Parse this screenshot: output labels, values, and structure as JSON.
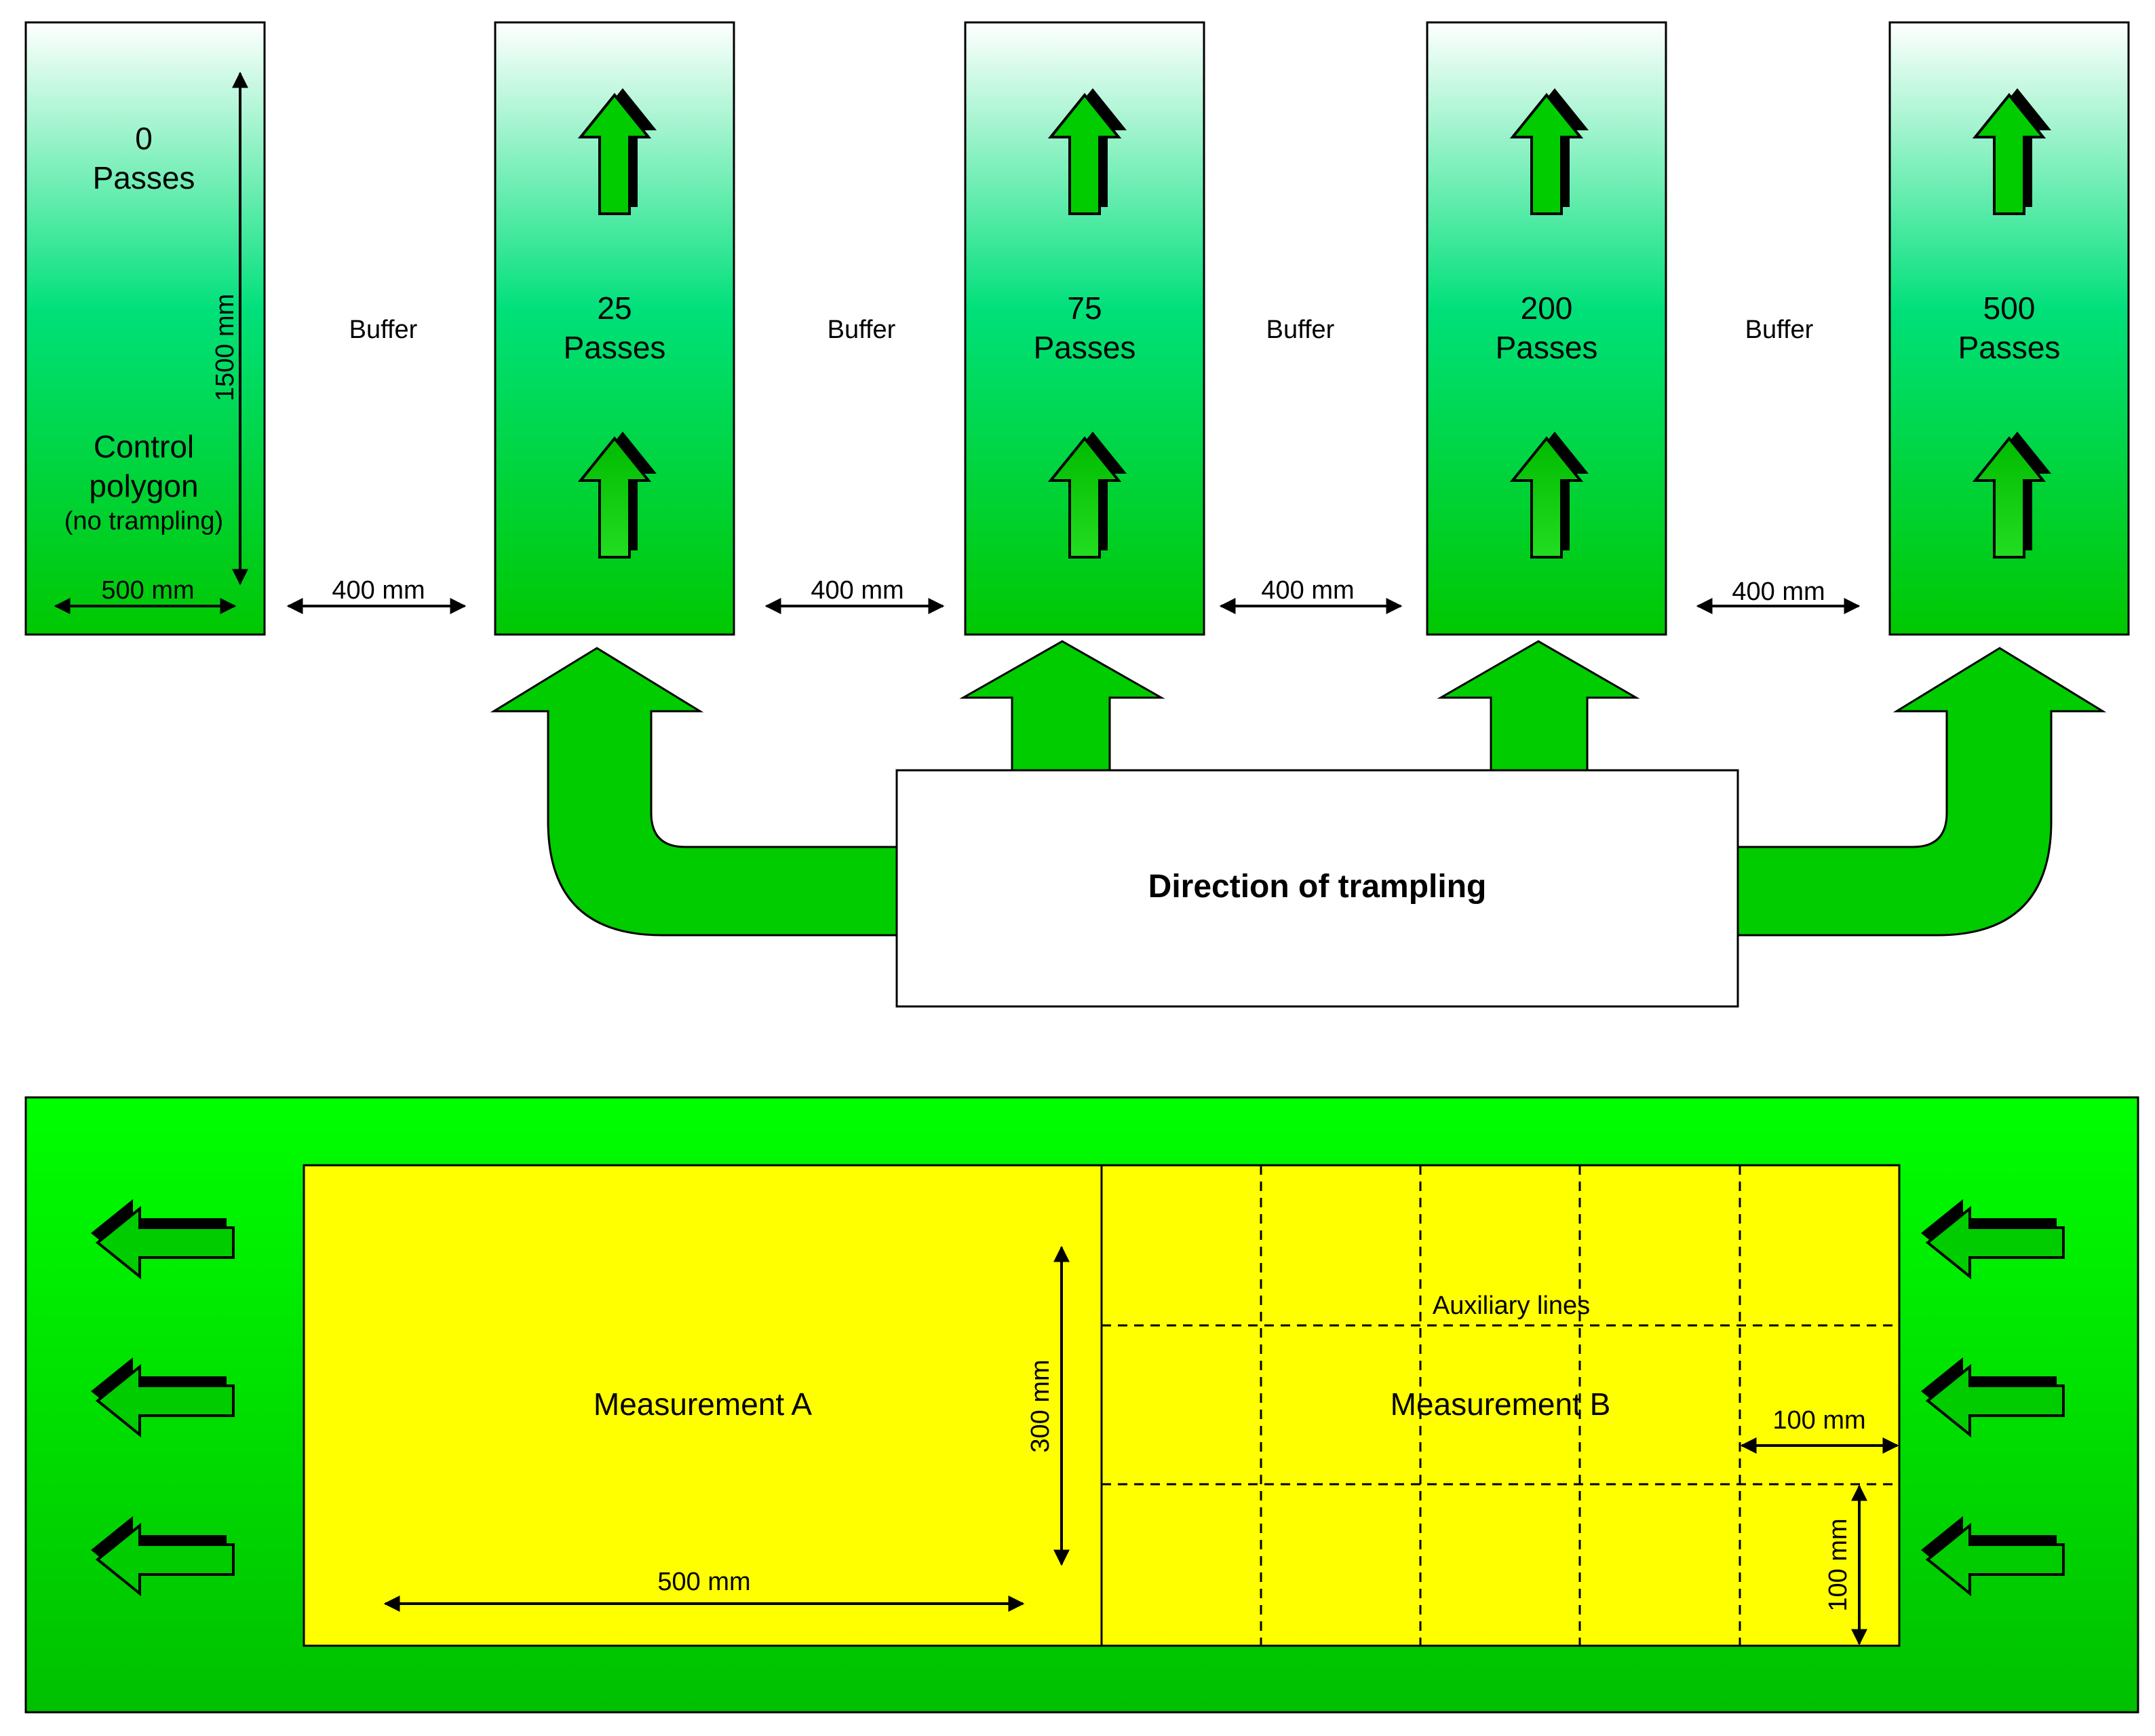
{
  "plots": [
    {
      "count": "0",
      "unit": "Passes",
      "control": true
    },
    {
      "count": "25",
      "unit": "Passes",
      "control": false
    },
    {
      "count": "75",
      "unit": "Passes",
      "control": false
    },
    {
      "count": "200",
      "unit": "Passes",
      "control": false
    },
    {
      "count": "500",
      "unit": "Passes",
      "control": false
    }
  ],
  "control_label": {
    "line1": "Control",
    "line2": "polygon",
    "line3": "(no trampling)"
  },
  "buffer_label": "Buffer",
  "dim_plot_width": "500 mm",
  "dim_plot_length": "1500 mm",
  "dim_buffers": [
    "400 mm",
    "400 mm",
    "400 mm",
    "400 mm"
  ],
  "direction_label": "Direction of trampling",
  "detail": {
    "measurement_a": "Measurement A",
    "measurement_b": "Measurement B",
    "auxiliary_lines": "Auxiliary lines",
    "dim_a_width": "500 mm",
    "dim_a_height": "300 mm",
    "dim_grid_width": "100 mm",
    "dim_grid_height": "100 mm"
  },
  "colors": {
    "plot_top": "#ffffff",
    "plot_mid": "#00e07a",
    "plot_bottom": "#00c800",
    "arrow_green": "#00cc00",
    "frame_light": "#00ff00",
    "frame_dark": "#00c000",
    "measurement_yellow": "#ffff00",
    "outline": "#000000"
  }
}
